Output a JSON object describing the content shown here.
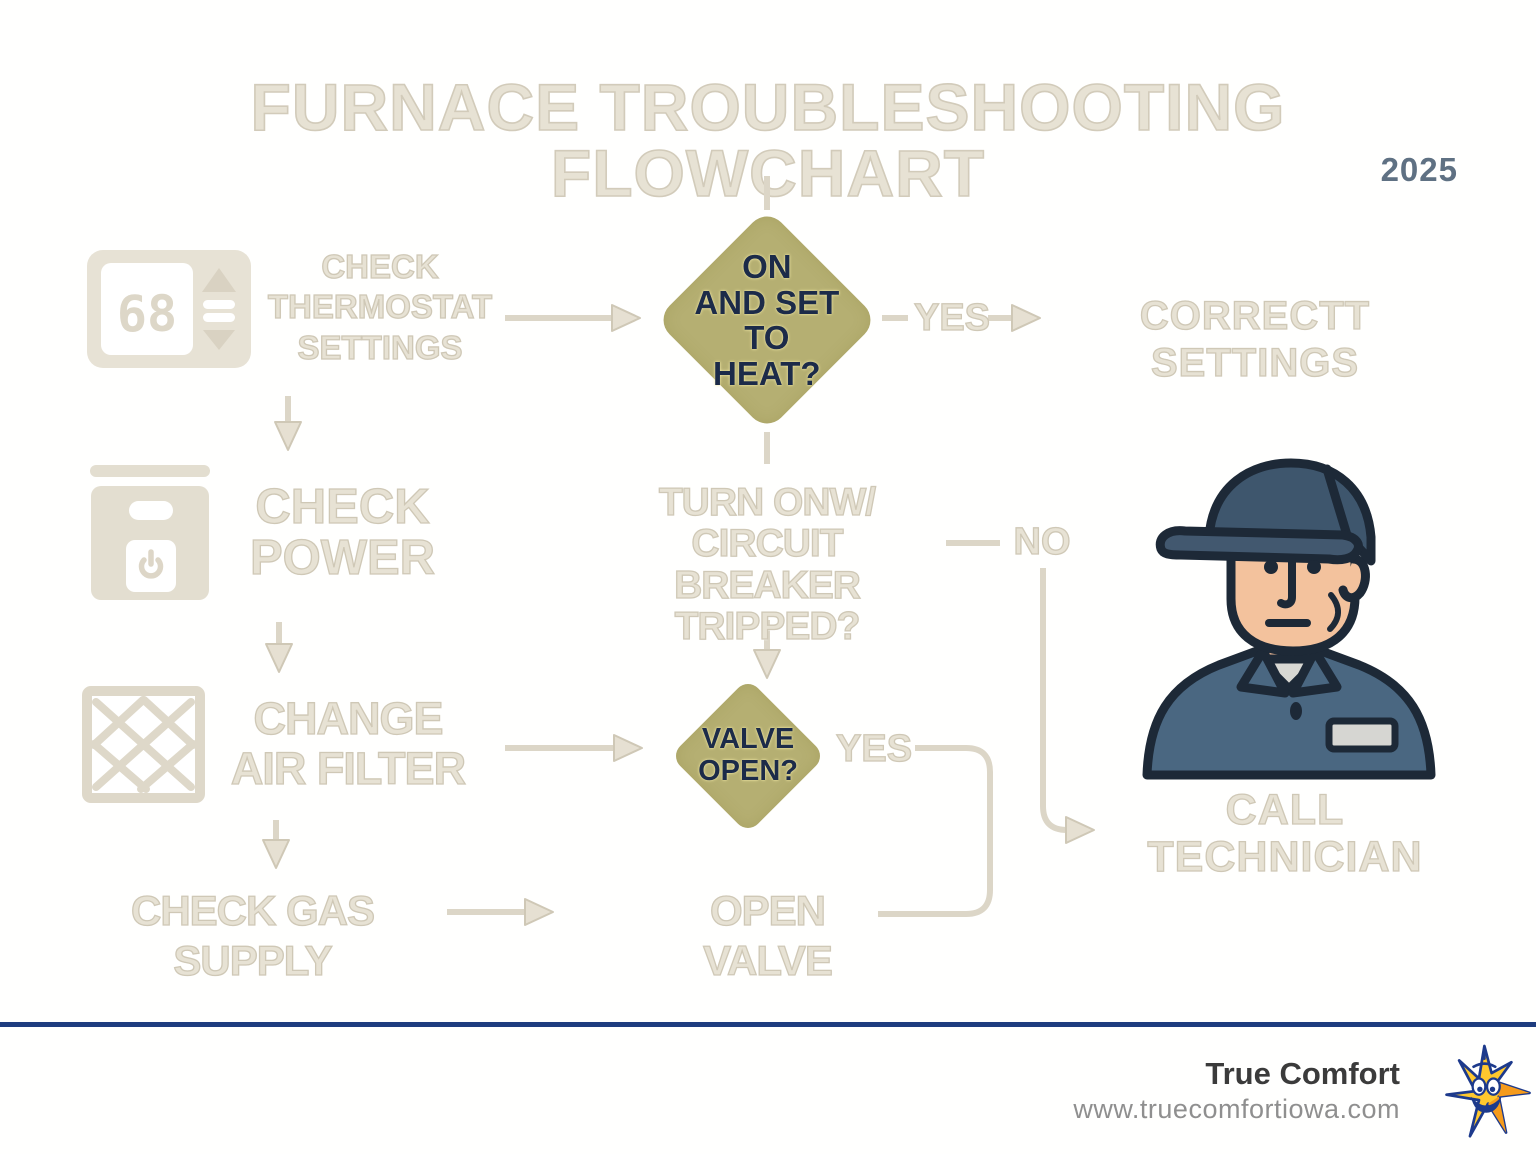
{
  "header": {
    "title": "FURNACE TROUBLESHOOTING FLOWCHART",
    "year": "2025"
  },
  "flow": {
    "step_thermostat": "CHECK\nTHERMOSTAT\nSETTINGS",
    "thermostat_display": "68",
    "decision_on_heat": "ON\nAND SET\nTO HEAT?",
    "label_yes_1": "YES",
    "outcome_correct_settings": "CORRECTT  SETTINGS",
    "step_power": "CHECK\nPOWER",
    "question_breaker": "TURN ONW/\nCIRCUIT BREAKER\nTRIPPED?",
    "label_no": "NO",
    "step_filter": "CHANGE\nAIR FILTER",
    "decision_valve": "VALVE\nOPEN?",
    "label_yes_2": "YES",
    "step_gas": "CHECK GAS SUPPLY",
    "action_open_valve": "OPEN VALVE",
    "outcome_call_technician": "CALL\nTECHNICIAN"
  },
  "icons": {
    "thermostat": "thermostat-icon",
    "power": "power-switch-icon",
    "filter": "air-filter-icon",
    "technician": "technician-illustration",
    "logo": "star-mascot-logo"
  },
  "footer": {
    "brand": "True Comfort",
    "url": "www.truecomfortiowa.com"
  },
  "colors": {
    "diamond_fill": "#b5af72",
    "diamond_text": "#1c2b49",
    "flow_line": "#dcd6c7",
    "outline_text": "#e7e2d4",
    "outline_stroke": "#cfc8b6",
    "footer_rule": "#1e3c7f",
    "brand_text": "#3b3b3b",
    "url_text": "#8f8f8f",
    "year_text": "#5f7183"
  }
}
